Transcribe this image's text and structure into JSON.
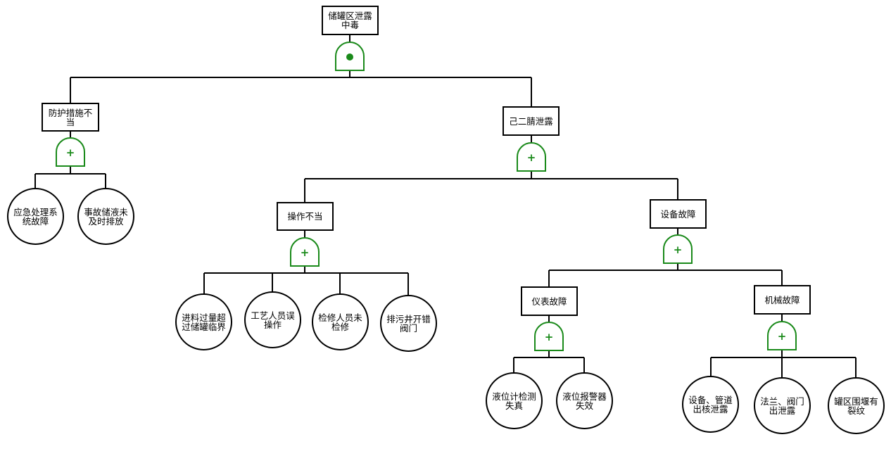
{
  "top_event": "储罐区泄露\n中毒",
  "intermediate_events": {
    "protection": "防护措施不\n当",
    "leak": "己二腈泄露",
    "operation": "操作不当",
    "equipment": "设备故障",
    "instrument": "仪表故障",
    "mechanical": "机械故障"
  },
  "basic_events": {
    "emergency_system": "应急处理系\n统故障",
    "liquid_discharge": "事故储液未\n及时排放",
    "overfill": "进料过量超\n过储罐临界",
    "misoperation": "工艺人员误\n操作",
    "no_maintenance": "检修人员未\n检修",
    "wrong_valve": "排污井开错\n阀门",
    "level_gauge": "液位计检测\n失真",
    "level_alarm": "液位报警器\n失效",
    "pipe_leak": "设备、管道\n出核泄露",
    "flange_valve": "法兰、阀门\n出泄露",
    "dike_crack": "罐区围堰有\n裂纹"
  },
  "gates": {
    "g_top": {
      "type": "and",
      "symbol": "●"
    },
    "g_protection": {
      "type": "or",
      "symbol": "+"
    },
    "g_leak": {
      "type": "or",
      "symbol": "+"
    },
    "g_operation": {
      "type": "or",
      "symbol": "+"
    },
    "g_equipment": {
      "type": "or",
      "symbol": "+"
    },
    "g_instrument": {
      "type": "or",
      "symbol": "+"
    },
    "g_mechanical": {
      "type": "or",
      "symbol": "+"
    }
  },
  "colors": {
    "gate": "#1a8a1a",
    "line": "#000000"
  }
}
